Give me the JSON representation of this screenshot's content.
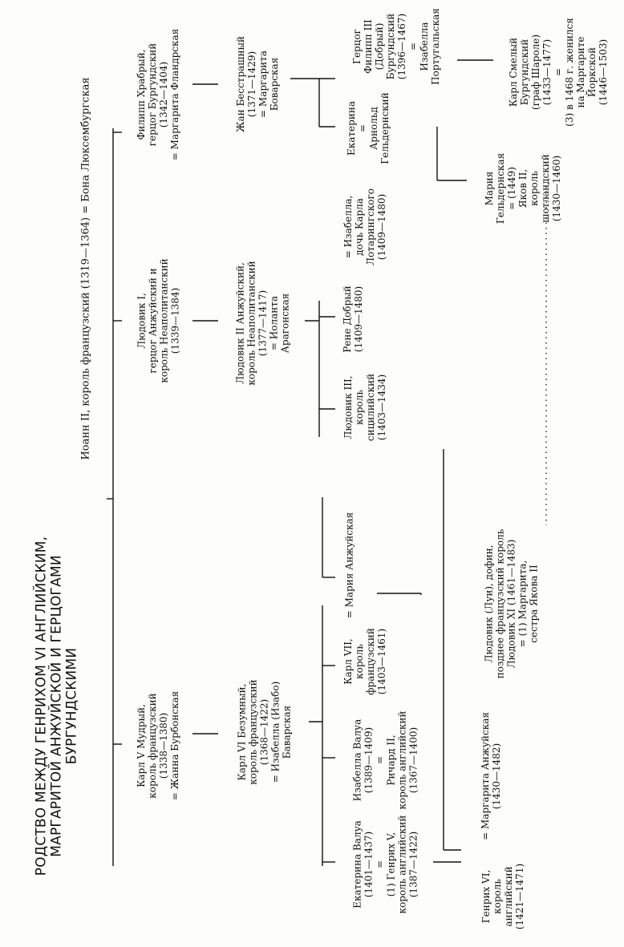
{
  "title": {
    "line1": "РОДСТВО МЕЖДУ ГЕНРИХОМ VI АНГЛИЙСКИМ,",
    "line2": "МАРГАРИТОЙ АНЖУЙСКОЙ И ГЕРЦОГАМИ",
    "line3": "БУРГУНДСКИМИ"
  },
  "root": "Иоанн II, король французский (1319—1364) = Бона Люксембургская",
  "gen2": {
    "karl5": [
      "Карл V Мудрый,",
      "король французский",
      "(1338—1380)",
      "= Жанна Бурбонская"
    ],
    "louis1": [
      "Людовик I,",
      "герцог Анжуйский и",
      "король Неаполитанский",
      "(1339—1384)"
    ],
    "philip_bold": [
      "Филипп Храбрый,",
      "герцог Бургундский",
      "(1342—1404)",
      "= Маргарита Фландрская"
    ]
  },
  "gen3": {
    "karl6": [
      "Карл VI Безумный,",
      "король французский",
      "(1368—1422)",
      "= Изабелла (Изабо)",
      "Баварская"
    ],
    "louis2": [
      "Людовик II Анжуйский,",
      "король Неаполитанский",
      "(1377—1417)",
      "= Иоланта",
      "Арагонская"
    ],
    "jean": [
      "Жан Бесстрашный",
      "(1371—1429)",
      "= Маргарита",
      "Боварская"
    ]
  },
  "gen4": {
    "catherine": [
      "Екатерина Валуа",
      "(1401—1437)",
      "=",
      "(1) Генрих V,",
      "король английский",
      "(1387—1422)"
    ],
    "isabella_valois": [
      "Изабелла Валуа",
      "(1389—1409)",
      "=",
      "Ричард II,",
      "король английский",
      "(1367—1400)"
    ],
    "karl7": [
      "Карл VII,",
      "король",
      "французский",
      "(1403—1461)"
    ],
    "marie_label": "= Мария Анжуйская",
    "louis3": [
      "Людовик III,",
      "король",
      "сицилийский",
      "(1403—1434)"
    ],
    "rene": [
      "Рене Добрый",
      "(1409—1480)"
    ],
    "isabella_lorraine": [
      "= Изабелла,",
      "дочь Карла",
      "Лотарингского",
      "(1409—1480)"
    ],
    "catherine_b": [
      "Екатерина",
      "=",
      "Арнольд",
      "Гельдернский"
    ],
    "philip_good": [
      "Герцог",
      "Филипп III",
      "(Добрый)",
      "Бургундский",
      "(1396—1467)",
      "=",
      "Изабелла",
      "Португальская"
    ]
  },
  "gen5": {
    "henry6": [
      "Генрих VI,",
      "король",
      "английский",
      "(1421—1471)"
    ],
    "margaret_anjou": [
      "= Маргарита Анжуйская",
      "(1430—1482)"
    ],
    "louis11": [
      "Людовик (Луи), дофин,",
      "позднее французский король",
      "Людовик XI (1461—1483)",
      "= (1) Маргарита,",
      "сестра Якова II"
    ],
    "maria_g": [
      "Мария",
      "Гельдернская",
      "= (1449)",
      "Яков II,",
      "король",
      "шотландский",
      "(1430—1460)"
    ],
    "charles_bold": [
      "Карл Смелый",
      "Бургундский",
      "(граф Шароле)",
      "(1433—1477)",
      "=",
      "(3) в 1468 г. женился",
      "на Маргарите",
      "Йоркской",
      "(1446—1503)"
    ]
  }
}
